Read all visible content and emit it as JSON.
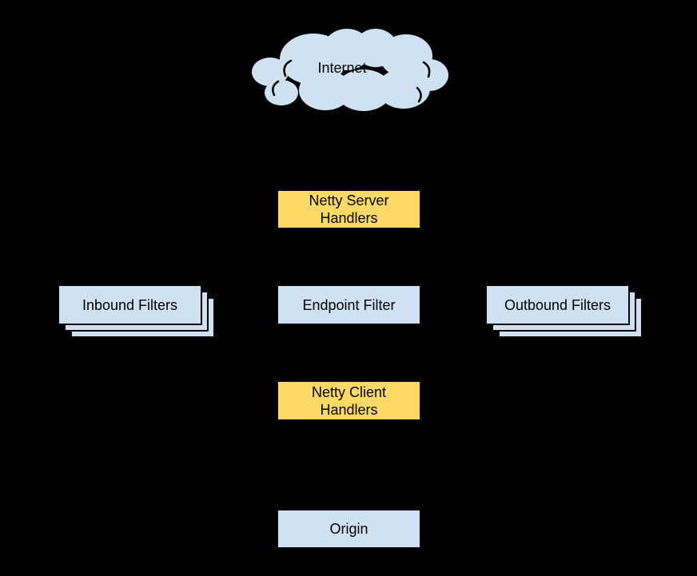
{
  "canvas": {
    "background": "#000000"
  },
  "colors": {
    "node_blue": "#cfe2f3",
    "node_yellow": "#ffd966",
    "border": "#000000",
    "text": "#000000"
  },
  "nodes": {
    "internet": {
      "label": "Internet",
      "shape": "cloud",
      "fill": "#cfe2f3"
    },
    "netty_server_handlers": {
      "label": "Netty Server Handlers",
      "shape": "rect",
      "fill": "#ffd966"
    },
    "inbound_filters": {
      "label": "Inbound Filters",
      "shape": "stacked-rect",
      "fill": "#cfe2f3"
    },
    "endpoint_filter": {
      "label": "Endpoint Filter",
      "shape": "rect",
      "fill": "#cfe2f3"
    },
    "outbound_filters": {
      "label": "Outbound Filters",
      "shape": "stacked-rect",
      "fill": "#cfe2f3"
    },
    "netty_client_handlers": {
      "label": "Netty Client Handlers",
      "shape": "rect",
      "fill": "#ffd966"
    },
    "origin": {
      "label": "Origin",
      "shape": "rect",
      "fill": "#cfe2f3"
    }
  }
}
